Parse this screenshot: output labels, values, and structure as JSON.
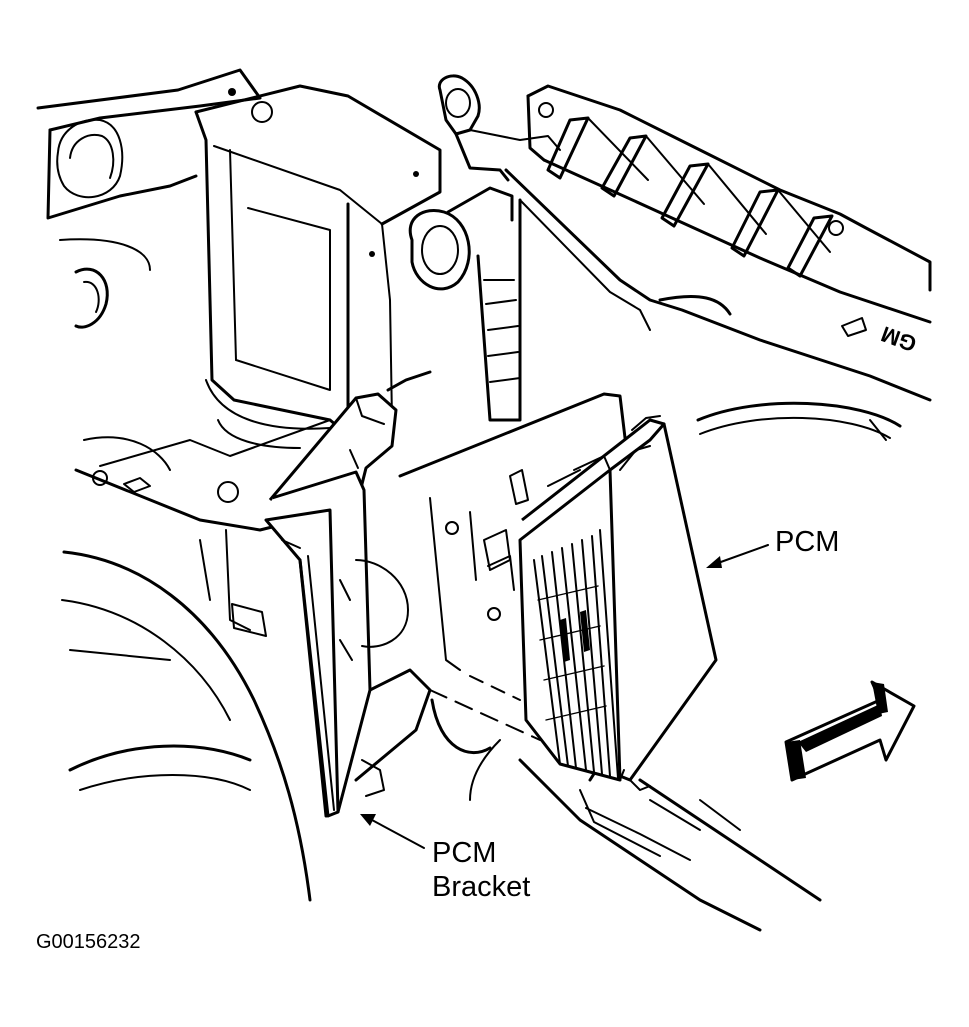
{
  "labels": {
    "pcm": "PCM",
    "pcm_bracket_line1": "PCM",
    "pcm_bracket_line2": "Bracket",
    "figure_id": "G00156232",
    "embossed_text": "GM"
  },
  "colors": {
    "ink": "#000000",
    "paper": "#ffffff"
  },
  "icons": {
    "front_arrow": "front-direction-arrow-icon"
  }
}
